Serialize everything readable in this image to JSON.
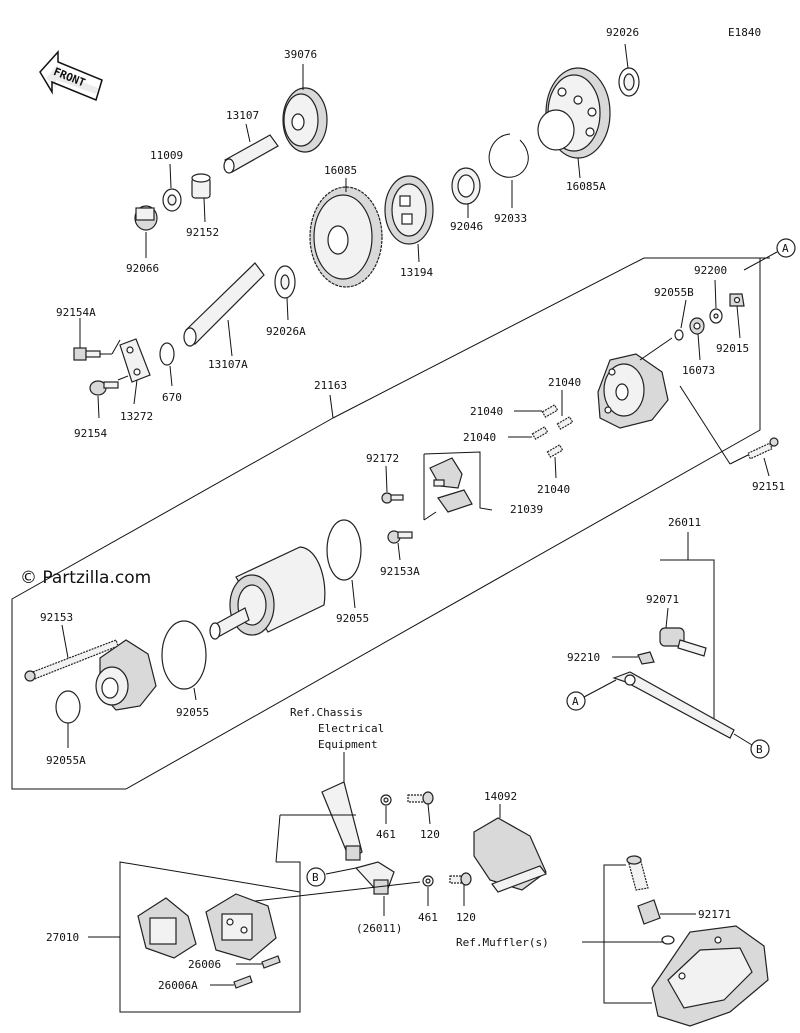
{
  "diagram_code": "E1840",
  "watermark": "© Partzilla.com",
  "front_label": "FRONT",
  "callouts": {
    "A1": "A",
    "A2": "A",
    "B1": "B",
    "B2": "B"
  },
  "labels": {
    "p92026": "92026",
    "p39076": "39076",
    "p13107": "13107",
    "p11009": "11009",
    "p16085": "16085",
    "p16085A": "16085A",
    "p92152": "92152",
    "p92046": "92046",
    "p92033": "92033",
    "p92066": "92066",
    "p13194": "13194",
    "p92026A": "92026A",
    "p92154A": "92154A",
    "p13107A": "13107A",
    "p670": "670",
    "p13272": "13272",
    "p92154": "92154",
    "p21163": "21163",
    "p92200": "92200",
    "p92055B": "92055B",
    "p92015": "92015",
    "p16073": "16073",
    "p21040a": "21040",
    "p21040b": "21040",
    "p21040c": "21040",
    "p21040d": "21040",
    "p92172": "92172",
    "p21039": "21039",
    "p92153A": "92153A",
    "p92151": "92151",
    "p26011": "26011",
    "p92071": "92071",
    "p92210": "92210",
    "p92153": "92153",
    "p92055a": "92055",
    "p92055b": "92055",
    "p92055A": "92055A",
    "ref_chassis_1": "Ref.Chassis",
    "ref_chassis_2": "Electrical",
    "ref_chassis_3": "Equipment",
    "p461a": "461",
    "p120a": "120",
    "p14092": "14092",
    "p461b": "461",
    "p120b": "120",
    "p26011b": "(26011)",
    "p27010": "27010",
    "p26006": "26006",
    "p26006A": "26006A",
    "p92171": "92171",
    "ref_muffler": "Ref.Muffler(s)"
  }
}
